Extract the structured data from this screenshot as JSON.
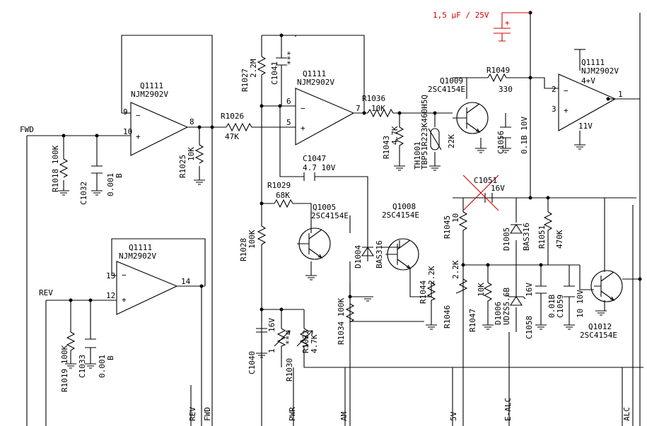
{
  "signals": {
    "fwd_in": "FWD",
    "rev_in": "REV",
    "bus_rev": "REV",
    "bus_fwd": "FWD",
    "bus_pwr": "PWR",
    "bus_am": "AM",
    "bus_5v": "5V",
    "bus_ealc": "E-ALC",
    "bus_alc": "ALC"
  },
  "opamps": {
    "u1_name": "Q1111",
    "u1_part": "NJM2902V",
    "u1_pin_neg": "9",
    "u1_pin_pos": "10",
    "u1_pin_out": "8",
    "u2_name": "Q1111",
    "u2_part": "NJM2902V",
    "u2_pin_neg": "13",
    "u2_pin_pos": "12",
    "u2_pin_out": "14",
    "u3_name": "Q1111",
    "u3_part": "NJM2902V",
    "u3_pin_neg": "6",
    "u3_pin_pos": "5",
    "u3_pin_out": "7",
    "u4_name": "Q1111",
    "u4_part": "NJM2902V",
    "u4_pin_neg": "2",
    "u4_pin_pos": "3",
    "u4_pin_out": "1",
    "u4_vplus": "4+V",
    "u4_vminus": "11V"
  },
  "resistors": {
    "r1018": "R1018",
    "r1018_v": "100K",
    "r1019": "R1019",
    "r1019_v": "100K",
    "r1025": "R1025",
    "r1025_v": "10K",
    "r1026": "R1026",
    "r1026_v": "47K",
    "r1027": "R1027",
    "r1027_v": "2.2M",
    "r1028": "R1028",
    "r1028_v": "100K",
    "r1029": "R1029",
    "r1029_v": "68K",
    "r1030": "R1030",
    "r1030_v": "***",
    "r1032": "R1032",
    "r1032_v": "4.7K",
    "r1034": "R1034",
    "r1034_v": "100K",
    "r1036": "R1036",
    "r1036_v": "10K",
    "r1043": "R1043",
    "r1043_v": "4.7K",
    "r1044": "R1044",
    "r1044_v": "2.2K",
    "r1045": "R1045",
    "r1045_v": "10",
    "r1046": "R1046",
    "r1046_v": "2.2K",
    "r1047": "R1047",
    "r1047_v": "10K",
    "r1049": "R1049",
    "r1049_v": "330",
    "r1051": "R1051",
    "r1051_v": "470K",
    "th1001": "TH1001",
    "th1001_part": "TBP51R223K460H5Q",
    "th1001_v": "22K"
  },
  "capacitors": {
    "c1032": "C1032",
    "c1032_v": "0.001",
    "c1032_t": "B",
    "c1033": "C1033",
    "c1033_v": "0.001",
    "c1033_t": "B",
    "c1040": "C1040",
    "c1040_v": "1",
    "c1040_vr": "16V",
    "c1041": "C1041",
    "c1041_v": "***",
    "c1047": "C1047",
    "c1047_v": "4.7",
    "c1047_vr": "10V",
    "c1051": "C1051",
    "c1051_vr": "16V",
    "c1056": "C1056",
    "c1056_v": "0.1B",
    "c1056_vr": "10V",
    "c1058": "C1058",
    "c1058_v": "0.01B",
    "c1058_vr": "16V",
    "c1059": "C1059",
    "c1059_v": "10",
    "c1059_vr": "10V",
    "added_cap": "1,5 µF / 25V"
  },
  "transistors": {
    "q1005": "Q1005",
    "q1005_part": "2SC4154E",
    "q1008": "Q1008",
    "q1008_part": "2SC4154E",
    "q1009": "Q1009",
    "q1009_part": "2SC4154E",
    "q1012": "Q1012",
    "q1012_part": "2SC4154E"
  },
  "diodes": {
    "d1004": "D1004",
    "d1004_part": "BAS316",
    "d1005": "D1005",
    "d1005_part": "BAS316",
    "d1006": "D1006",
    "d1006_part": "UDZS5.6B"
  },
  "colors": {
    "ink": "#000000",
    "mod": "#d40000",
    "background": "#ffffff"
  }
}
